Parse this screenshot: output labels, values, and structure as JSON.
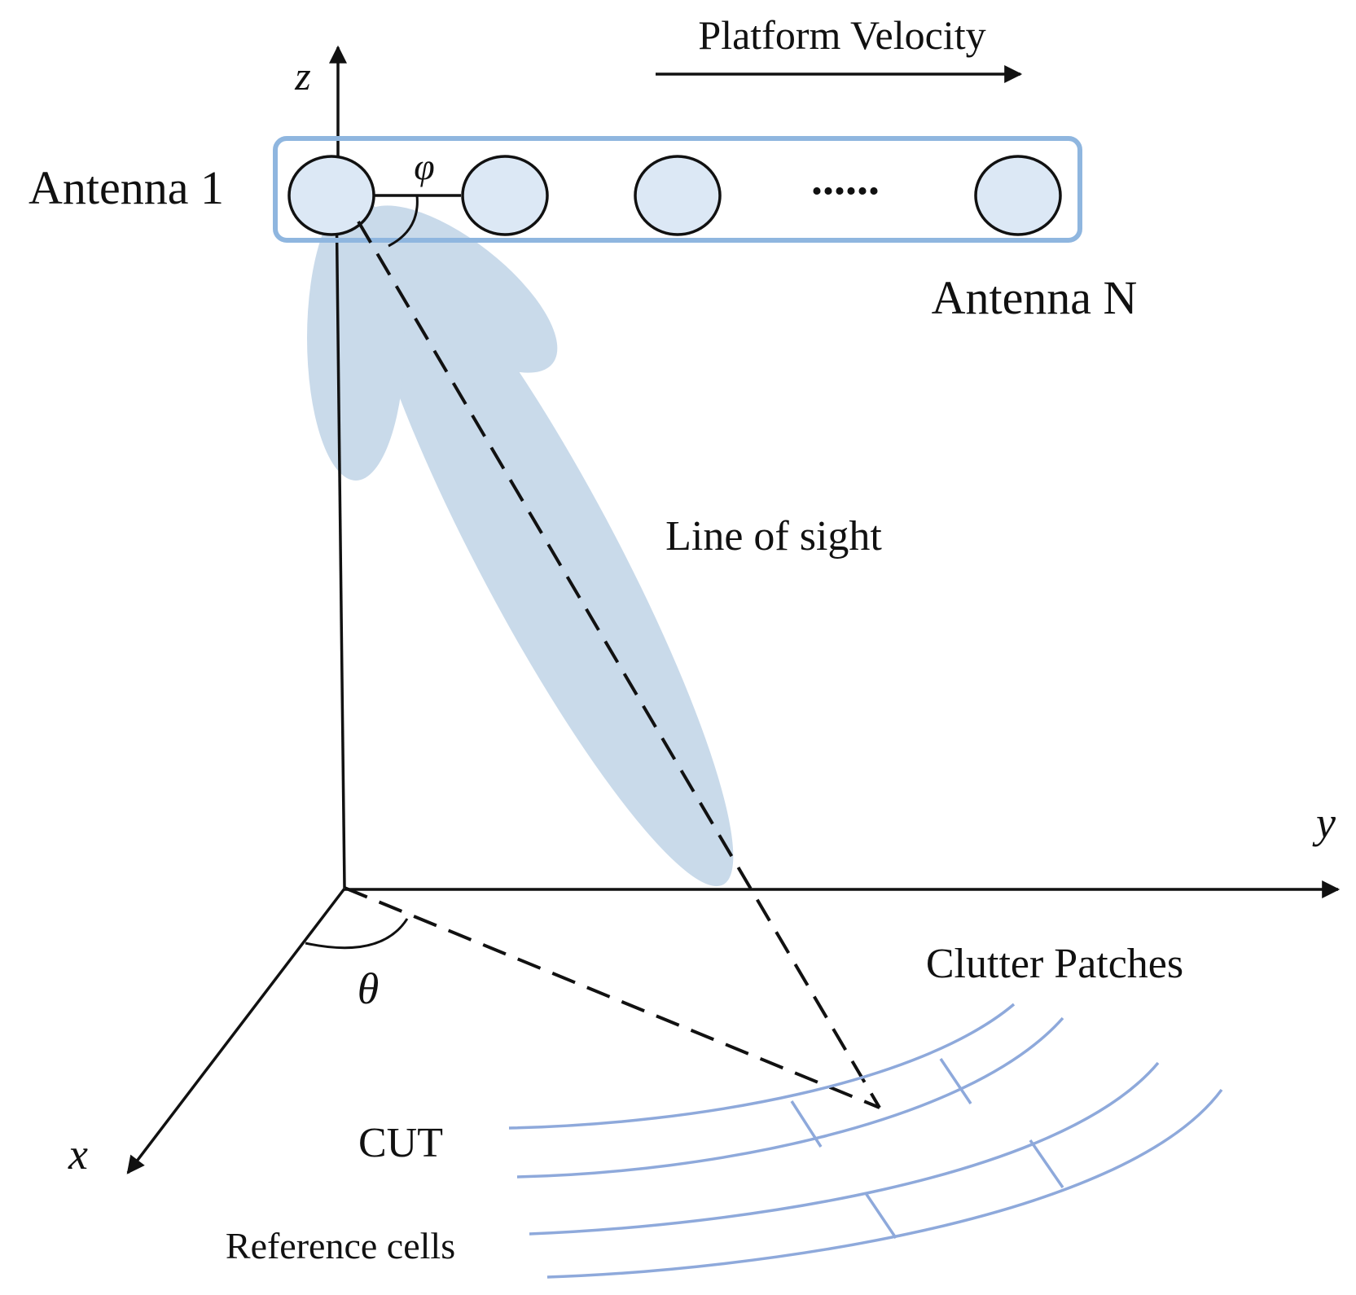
{
  "labels": {
    "platform_velocity": "Platform Velocity",
    "z_axis": "z",
    "y_axis": "y",
    "x_axis": "x",
    "antenna_first": "Antenna 1",
    "antenna_last": "Antenna N",
    "phi": "φ",
    "theta": "θ",
    "line_of_sight": "Line of sight",
    "clutter_patches": "Clutter Patches",
    "cut": "CUT",
    "reference_cells": "Reference cells",
    "ellipsis": "......"
  },
  "colors": {
    "line": "#111111",
    "beam": "#a9c4de",
    "antenna_fill": "#dce8f5",
    "array_frame": "#8fb6df",
    "clutter": "#8ea9db"
  }
}
